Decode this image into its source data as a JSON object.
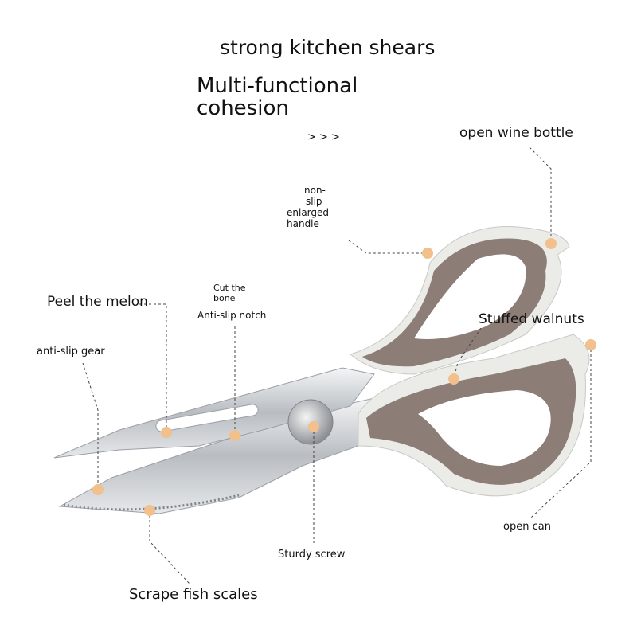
{
  "header": {
    "title": "strong kitchen shears",
    "subtitle_line1": "Multi-functional",
    "subtitle_line2": "cohesion",
    "arrows": "> > >"
  },
  "callouts": {
    "open_wine_bottle": "open wine bottle",
    "handle_l1": "non-",
    "handle_l2": "slip",
    "handle_l3": "enlarged",
    "handle_l4": "handle",
    "peel_melon": "Peel the melon",
    "cut_bone_l1": "Cut the",
    "cut_bone_l2": "bone",
    "anti_slip_notch": "Anti-slip notch",
    "stuffed_walnuts": "Stuffed walnuts",
    "anti_slip_gear": "anti-slip gear",
    "open_can": "open can",
    "sturdy_screw": "Sturdy screw",
    "scrape_fish_scales": "Scrape fish scales"
  },
  "colors": {
    "dot": "#f2c08c",
    "handle_brown": "#8c7d76",
    "handle_white": "#ebebe8",
    "blade": "#c9ccd0"
  }
}
